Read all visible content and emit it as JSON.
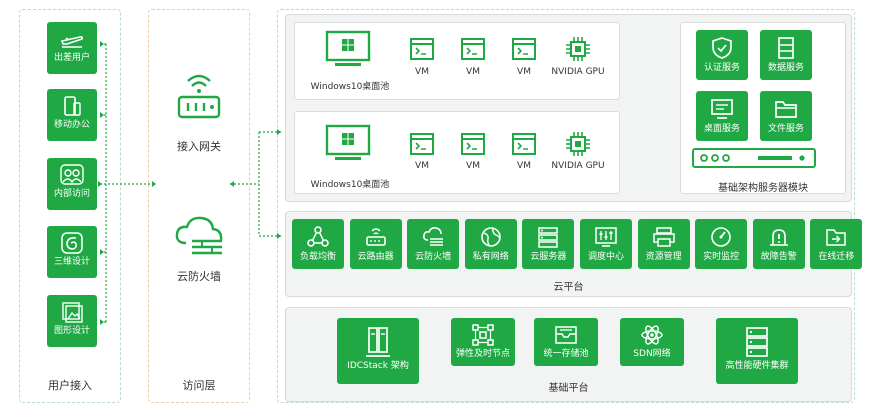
{
  "columns": {
    "user_access": "用户接入",
    "access_layer": "访问层"
  },
  "user_items": [
    "出差用户",
    "移动办公",
    "内部访问",
    "三维设计",
    "图形设计"
  ],
  "access_items": {
    "gateway": "接入网关",
    "firewall": "云防火墙"
  },
  "desktop_pools": [
    {
      "title": "Windows10桌面池",
      "vms": [
        "VM",
        "VM",
        "VM"
      ],
      "gpu": "NVIDIA GPU"
    },
    {
      "title": "Windows10桌面池",
      "vms": [
        "VM",
        "VM",
        "VM"
      ],
      "gpu": "NVIDIA GPU"
    }
  ],
  "infra_module": {
    "title": "基础架构服务器模块",
    "services": [
      "认证服务",
      "数据服务",
      "桌面服务",
      "文件服务"
    ]
  },
  "cloud_platform": {
    "title": "云平台",
    "items": [
      "负载均衡",
      "云路由器",
      "云防火墙",
      "私有网络",
      "云服务器",
      "调度中心",
      "资源管理",
      "实时监控",
      "故障告警",
      "在线迁移"
    ]
  },
  "base_platform": {
    "title": "基础平台",
    "items": [
      "IDCStack 架构",
      "弹性及时节点",
      "统一存储池",
      "SDN网络",
      "高性能硬件集群"
    ]
  },
  "colors": {
    "green": "#1fa843",
    "border": "#d6dcd8"
  }
}
